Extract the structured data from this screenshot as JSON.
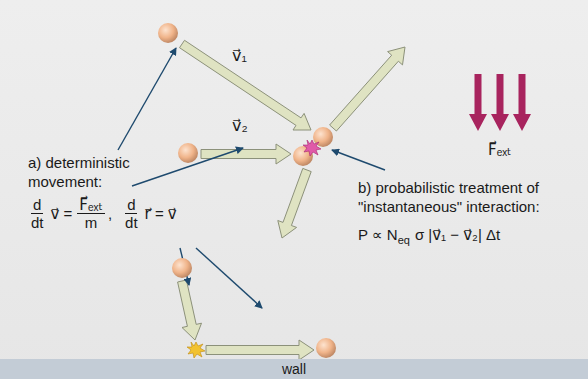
{
  "diagram": {
    "nodes": [
      {
        "text": [
          "wall"
        ]
      }
    ],
    "labels": [
      "v⃗₁",
      "v⃗₂",
      "F⃗ₑₓₜ",
      "a) deterministic movement:",
      "d",
      "dt",
      "v⃗ =",
      "F⃗ₑₓₜ",
      "m",
      ",",
      "d",
      "dt",
      "r⃗ = v⃗",
      "b) probabilistic treatment of \"instantaneous\" interaction:",
      "P ∝ N",
      "eq",
      "σ |v⃗₁ − v⃗₂| Δt"
    ]
  }
}
